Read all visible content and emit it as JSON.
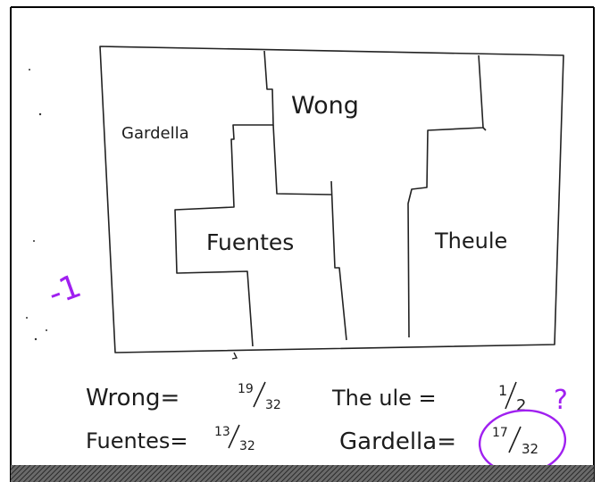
{
  "regions": {
    "wong": "Wong",
    "gardella": "Gardella",
    "fuentes": "Fuentes",
    "theule": "Theule"
  },
  "equations": {
    "wrong": {
      "name": "Wrong=",
      "num": "19",
      "den": "32"
    },
    "theule": {
      "name": "The ule =",
      "num": "1",
      "den": "2"
    },
    "fuentes": {
      "name": "Fuentes=",
      "num": "13",
      "den": "32"
    },
    "gardella": {
      "name": "Gardella=",
      "num": "17",
      "den": "32"
    }
  },
  "marks": {
    "score": "-1",
    "question": "?"
  },
  "colors": {
    "ink": "#1c1c1c",
    "annotation": "#a020f0"
  }
}
